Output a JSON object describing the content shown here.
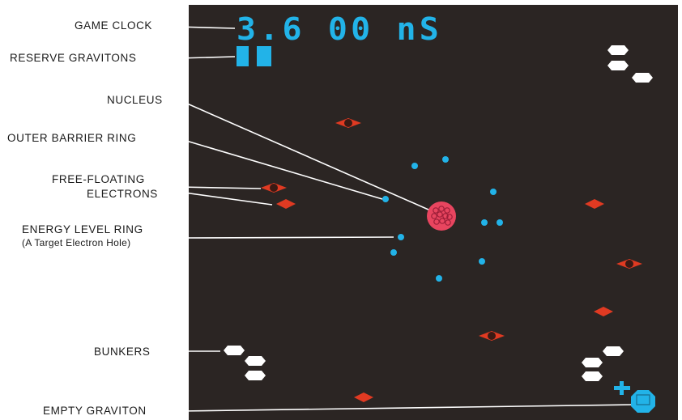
{
  "labels": {
    "game_clock": "GAME CLOCK",
    "reserve_gravitons": "RESERVE GRAVITONS",
    "nucleus": "NUCLEUS",
    "outer_barrier_ring": "OUTER BARRIER RING",
    "free_floating_1": "FREE-FLOATING",
    "free_floating_2": "ELECTRONS",
    "energy_level_ring": "ENERGY LEVEL RING",
    "energy_level_sub": "(A Target Electron Hole)",
    "bunkers": "BUNKERS",
    "empty_graviton": "EMPTY GRAVITON"
  },
  "hud": {
    "clock": "3.6 00 nS",
    "reserve_graviton_count": 2
  },
  "colors": {
    "screen_bg": "#2b2523",
    "hud_cyan": "#22b3e8",
    "electron_red": "#e03a22",
    "nucleus_pink": "#e8455f",
    "bunker_white": "#ffffff",
    "leader_line": "#ffffff"
  },
  "icons": {
    "nucleus": "nucleus-icon",
    "electron": "electron-icon",
    "electron_hole": "electron-hole-icon",
    "bunker": "bunker-icon",
    "graviton": "graviton-icon"
  }
}
